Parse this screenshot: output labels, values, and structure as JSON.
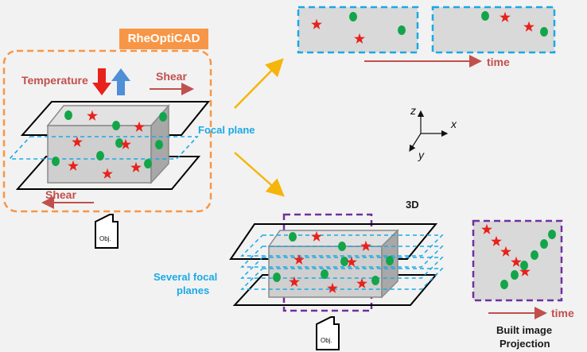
{
  "app_label": "RheOptiCAD",
  "labels": {
    "temperature": "Temperature",
    "shear_top": "Shear",
    "shear_bottom": "Shear",
    "focal_plane": "Focal plane",
    "several_focal_planes_1": "Several focal",
    "several_focal_planes_2": "planes",
    "three_d": "3D",
    "time_top": "time",
    "time_bottom": "time",
    "built_image": "Built image",
    "projection": "Projection",
    "obj_top": "Obj.",
    "obj_bottom": "Obj."
  },
  "axes": {
    "z": "z",
    "x": "x",
    "y": "y"
  },
  "colors": {
    "orange_dash": "#f79646",
    "blue_dash": "#1aa9e6",
    "purple_dash": "#7030a0",
    "red_arrow": "#e8211b",
    "blue_arrow": "#4f8fd6",
    "shear_arrow": "#c0504d",
    "yellow_arrow": "#f5b50a",
    "green_dot": "#13a54a",
    "red_star": "#e8211b"
  }
}
